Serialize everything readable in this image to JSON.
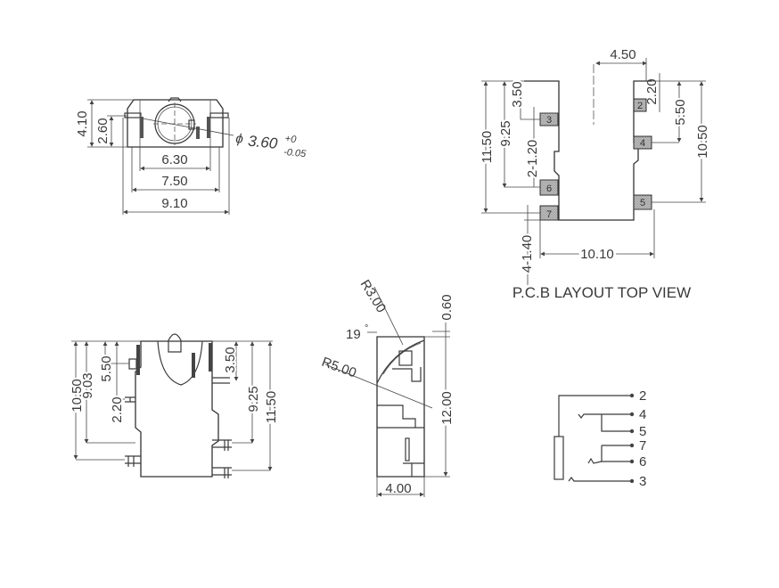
{
  "front_view": {
    "dims": {
      "height_total": "4.10",
      "height_center": "2.60",
      "width_inner": "6.30",
      "width_mid": "7.50",
      "width_total": "9.10",
      "hole_diameter": "3.60",
      "hole_tol_upper": "+0",
      "hole_tol_lower": "-0.05",
      "phi_symbol": "ϕ"
    }
  },
  "pcb_layout": {
    "title": "P.C.B LAYOUT TOP VIEW",
    "dims": {
      "top_gap": "4.50",
      "right_2_20": "2.20",
      "right_5_50": "5.50",
      "right_10_50": "10.50",
      "left_11_50": "11.50",
      "left_9_25": "9.25",
      "left_3_50": "3.50",
      "left_2_1_20": "2-1.20",
      "bottom_4_1_40": "4-1.40",
      "bottom_width": "10.10"
    },
    "pads": [
      {
        "id": "3"
      },
      {
        "id": "6"
      },
      {
        "id": "7"
      },
      {
        "id": "2"
      },
      {
        "id": "4"
      },
      {
        "id": "5"
      }
    ]
  },
  "bottom_view": {
    "dims": {
      "left_10_50": "10.50",
      "left_9_03": "9.03",
      "left_5_50": "5.50",
      "left_2_20": "2.20",
      "right_3_50": "3.50",
      "right_9_25": "9.25",
      "right_11_50": "11.50"
    }
  },
  "side_view": {
    "dims": {
      "radius_3": "R3.00",
      "radius_5": "R5.00",
      "angle": "19",
      "degree": "°",
      "top_offset": "0.60",
      "height": "12.00",
      "width": "4.00"
    }
  },
  "schematic": {
    "pins": [
      "2",
      "4",
      "5",
      "7",
      "6",
      "3"
    ]
  }
}
